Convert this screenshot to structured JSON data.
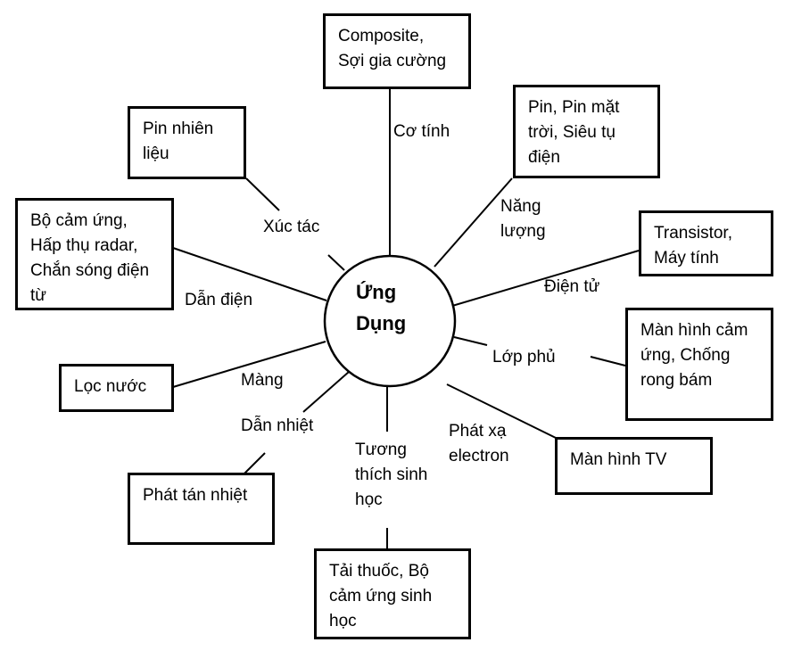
{
  "diagram": {
    "center_label": "Ứng\nDụng",
    "branches": [
      {
        "property": "Cơ tính",
        "application": "Composite,\nSợi gia cường"
      },
      {
        "property": "Năng\nlượng",
        "application": "Pin, Pin mặt\ntrời, Siêu tụ\nđiện"
      },
      {
        "property": "Điện tử",
        "application": "Transistor,\nMáy tính"
      },
      {
        "property": "Lớp phủ",
        "application": "Màn hình cảm\nứng, Chống\nrong bám"
      },
      {
        "property": "Phát xạ\nelectron",
        "application": "Màn hình TV"
      },
      {
        "property": "Tương\nthích sinh\nhọc",
        "application": "Tải thuốc, Bộ\ncảm ứng sinh\nhọc"
      },
      {
        "property": "Dẫn nhiệt",
        "application": "Phát tán nhiệt"
      },
      {
        "property": "Màng",
        "application": "Lọc nước"
      },
      {
        "property": "Dẫn điện",
        "application": "Bộ cảm ứng,\nHấp thụ radar,\nChắn sóng điện\ntừ"
      },
      {
        "property": "Xúc tác",
        "application": "Pin nhiên\nliệu"
      }
    ],
    "colors": {
      "stroke": "#000000",
      "background": "#ffffff"
    }
  }
}
